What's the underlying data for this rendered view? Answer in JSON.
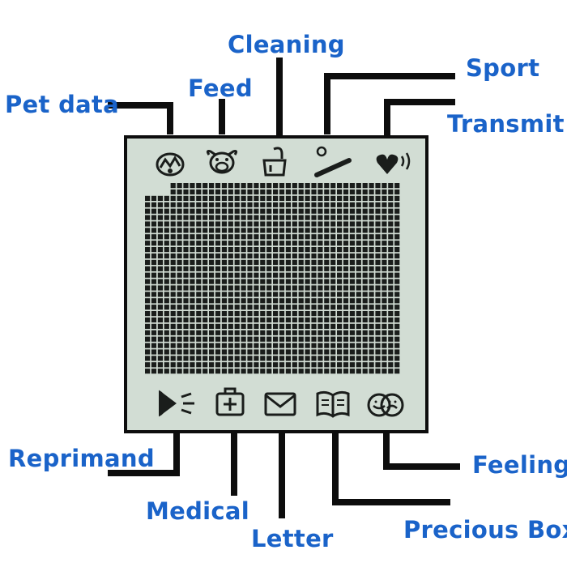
{
  "labels": {
    "pet_data": "Pet data",
    "feed": "Feed",
    "cleaning": "Cleaning",
    "sport": "Sport",
    "transmit": "Transmit",
    "reprimand": "Reprimand",
    "medical": "Medical",
    "letter": "Letter",
    "precious_box": "Precious Box",
    "feeling": "Feeling"
  },
  "colors": {
    "label_text": "#1a63c9",
    "leader_line": "#0d0d0d",
    "lcd_background": "#d2ddd4",
    "lcd_pixel": "#1a1d1b"
  },
  "icons": {
    "top_row": [
      "pet-data-icon",
      "feed-icon",
      "cleaning-icon",
      "sport-icon",
      "transmit-icon"
    ],
    "bottom_row": [
      "reprimand-icon",
      "medical-icon",
      "letter-icon",
      "precious-box-icon",
      "feeling-icon"
    ]
  }
}
